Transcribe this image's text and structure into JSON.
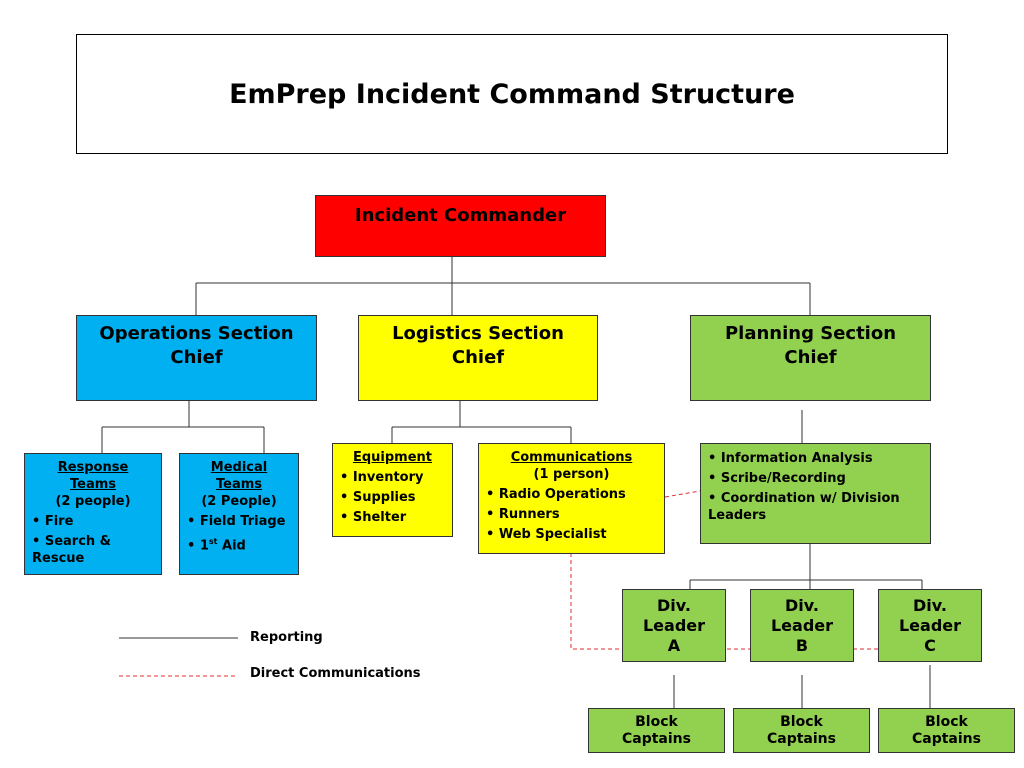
{
  "title": "EmPrep Incident Command Structure",
  "incident_commander": "Incident Commander",
  "operations": {
    "title_l1": "Operations Section",
    "title_l2": "Chief"
  },
  "logistics": {
    "title_l1": "Logistics Section",
    "title_l2": "Chief"
  },
  "planning": {
    "title_l1": "Planning Section",
    "title_l2": "Chief"
  },
  "response_teams": {
    "header_l1": "Response",
    "header_l2": "Teams",
    "sub": "(2 people)",
    "items": [
      "• Fire",
      "• Search & Rescue"
    ]
  },
  "medical_teams": {
    "header_l1": "Medical",
    "header_l2": "Teams",
    "sub": "(2 People)",
    "item1": "• Field Triage",
    "item2_pre": "• 1",
    "item2_sup": "st",
    "item2_post": " Aid"
  },
  "equipment": {
    "header": "Equipment",
    "items": [
      "• Inventory",
      "• Supplies",
      "• Shelter"
    ]
  },
  "communications": {
    "header": "Communications",
    "sub": "(1 person)",
    "items": [
      "• Radio Operations",
      "• Runners",
      "• Web Specialist"
    ]
  },
  "planning_details": {
    "items": [
      "• Information Analysis",
      "• Scribe/Recording",
      "• Coordination w/ Division Leaders"
    ]
  },
  "div_leaders": [
    {
      "l1": "Div.",
      "l2": "Leader",
      "l3": "A"
    },
    {
      "l1": "Div.",
      "l2": "Leader",
      "l3": "B"
    },
    {
      "l1": "Div.",
      "l2": "Leader",
      "l3": "C"
    }
  ],
  "block_captains": [
    {
      "l1": "Block",
      "l2": "Captains"
    },
    {
      "l1": "Block",
      "l2": "Captains"
    },
    {
      "l1": "Block",
      "l2": "Captains"
    }
  ],
  "legend": {
    "reporting": "Reporting",
    "direct": "Direct Communications"
  },
  "colors": {
    "commander": "#ff0000",
    "operations": "#00b0f0",
    "logistics": "#ffff00",
    "planning": "#92d050",
    "direct_line": "#e03030"
  }
}
